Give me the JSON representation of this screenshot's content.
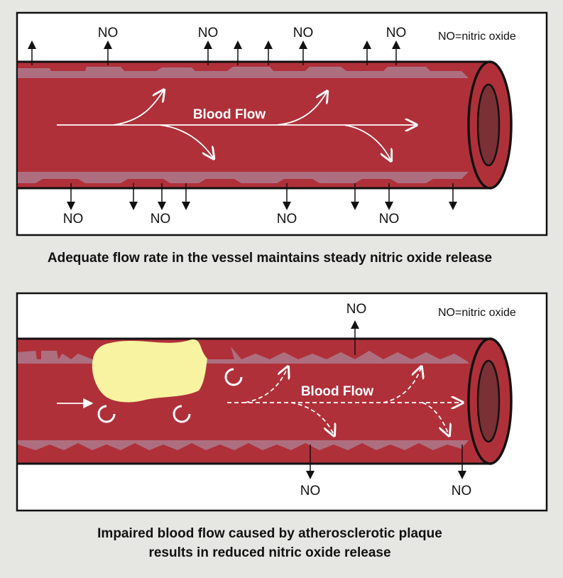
{
  "legend": "NO=nitric oxide",
  "no_label": "NO",
  "flow_label": "Blood Flow",
  "panel1": {
    "caption": "Adequate flow rate in the vessel maintains steady nitric oxide release"
  },
  "panel2": {
    "caption_line1": "Impaired blood flow caused by atherosclerotic plaque",
    "caption_line2": "results in reduced nitric oxide release"
  },
  "colors": {
    "vessel": "#b0303a",
    "lining": "#ad6f80",
    "lumen": "#7a3035",
    "plaque": "#f8f3a0",
    "background": "#e6e6e2"
  }
}
